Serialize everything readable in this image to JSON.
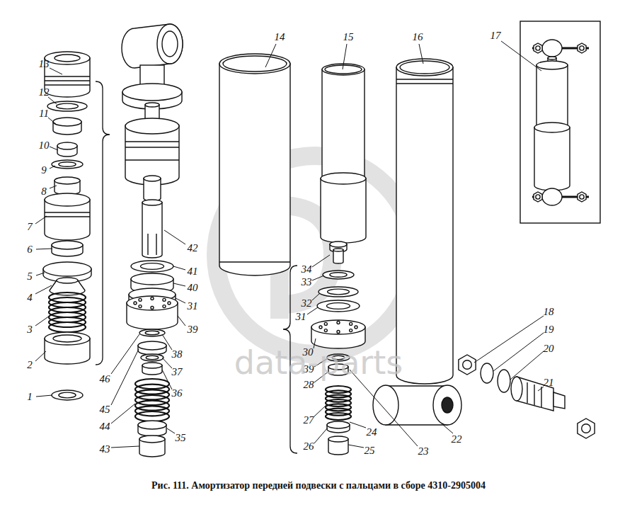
{
  "diagram": {
    "caption": "Рис. 111. Амортизатор передней подвески с пальцами в сборе 4310-2905004",
    "labels": [
      "13",
      "12",
      "11",
      "10",
      "9",
      "8",
      "7",
      "6",
      "5",
      "4",
      "3",
      "2",
      "1",
      "14",
      "15",
      "16",
      "17",
      "42",
      "41",
      "40",
      "31",
      "39",
      "38",
      "37",
      "36",
      "35",
      "46",
      "45",
      "44",
      "43",
      "34",
      "33",
      "32",
      "31",
      "30",
      "39",
      "28",
      "27",
      "26",
      "25",
      "24",
      "23",
      "22",
      "18",
      "19",
      "20",
      "21",
      "data-parts"
    ]
  }
}
